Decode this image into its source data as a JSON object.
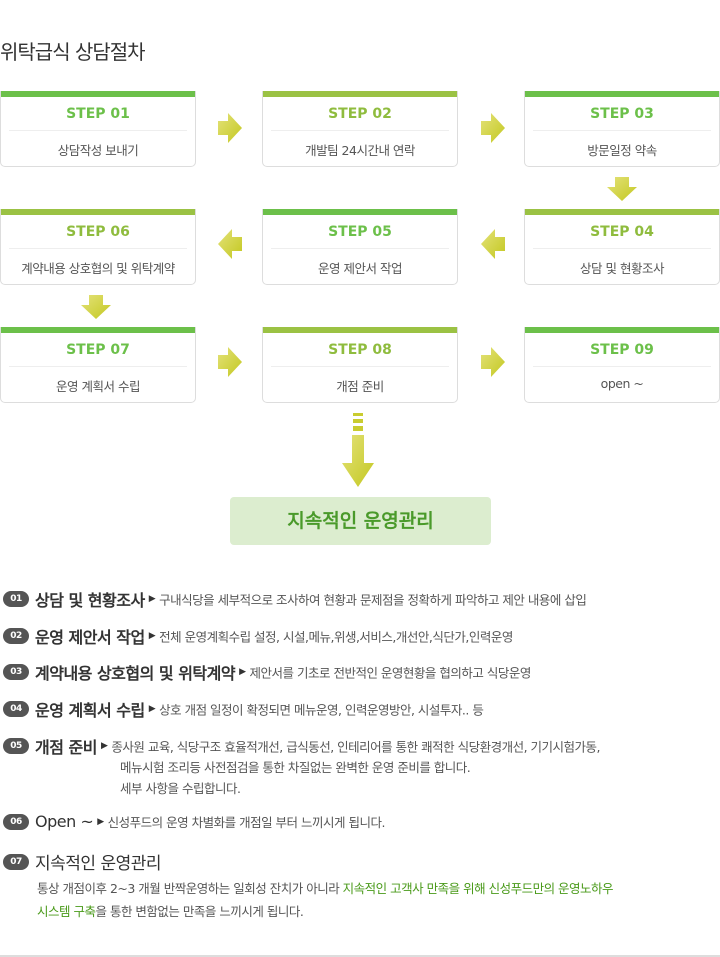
{
  "title": "위탁급식 상담절차",
  "steps": [
    {
      "label": "STEP 01",
      "text": "상담작성 보내기"
    },
    {
      "label": "STEP 02",
      "text": "개발팀 24시간내 연락"
    },
    {
      "label": "STEP 03",
      "text": "방문일정 약속"
    },
    {
      "label": "STEP 04",
      "text": "상담 및 현황조사"
    },
    {
      "label": "STEP 05",
      "text": "운영 제안서 작업"
    },
    {
      "label": "STEP 06",
      "text": "계약내용 상호협의 및 위탁계약"
    },
    {
      "label": "STEP 07",
      "text": "운영 계획서 수립"
    },
    {
      "label": "STEP 08",
      "text": "개점 준비"
    },
    {
      "label": "STEP 09",
      "text": "open ~"
    }
  ],
  "goal": "지속적인 운영관리",
  "details": [
    {
      "num": "01",
      "head": "상담 및 현황조사",
      "desc": "구내식당을 세부적으로 조사하여  현황과 문제점을 정확하게 파악하고 제안 내용에 삽입"
    },
    {
      "num": "02",
      "head": "운영 제안서 작업",
      "desc": "전체 운영계획수립 설정, 시설,메뉴,위생,서비스,개선안,식단가,인력운영"
    },
    {
      "num": "03",
      "head": "계약내용 상호협의 및 위탁계약",
      "desc": "제안서를 기초로 전반적인 운영현황을 협의하고 식당운영"
    },
    {
      "num": "04",
      "head": "운영 계획서 수립",
      "desc": "상호 개점 일정이 확정되면 메뉴운영, 인력운영방안, 시설투자.. 등"
    },
    {
      "num": "05",
      "head": "개점 준비",
      "desc": "종사원 교육, 식당구조 효율적개선, 급식동선, 인테리어를 통한 쾌적한 식당환경개선, 기기시험가동,",
      "extra": [
        "메뉴시험 조리등 사전점검을 통한 차질없는 완벽한  운영 준비를 합니다.",
        "세부 사항을 수립합니다."
      ]
    },
    {
      "num": "06",
      "head": "Open ~",
      "desc": "신성푸드의 운영 차별화를 개점일 부터 느끼시게 됩니다."
    },
    {
      "num": "07",
      "head": "지속적인 운영관리"
    }
  ],
  "final": {
    "p1": "통상 개점이후 2~3 개월 반짝운영하는 일회성 잔치가 아니라 ",
    "g1": "지속적인 고객사 만족을 위해 신성푸드만의 운영노하우",
    "g2": "시스템 구축",
    "p2": "을 통한  변함없는 만족을 느끼시게 됩니다."
  },
  "bullet": "▶"
}
